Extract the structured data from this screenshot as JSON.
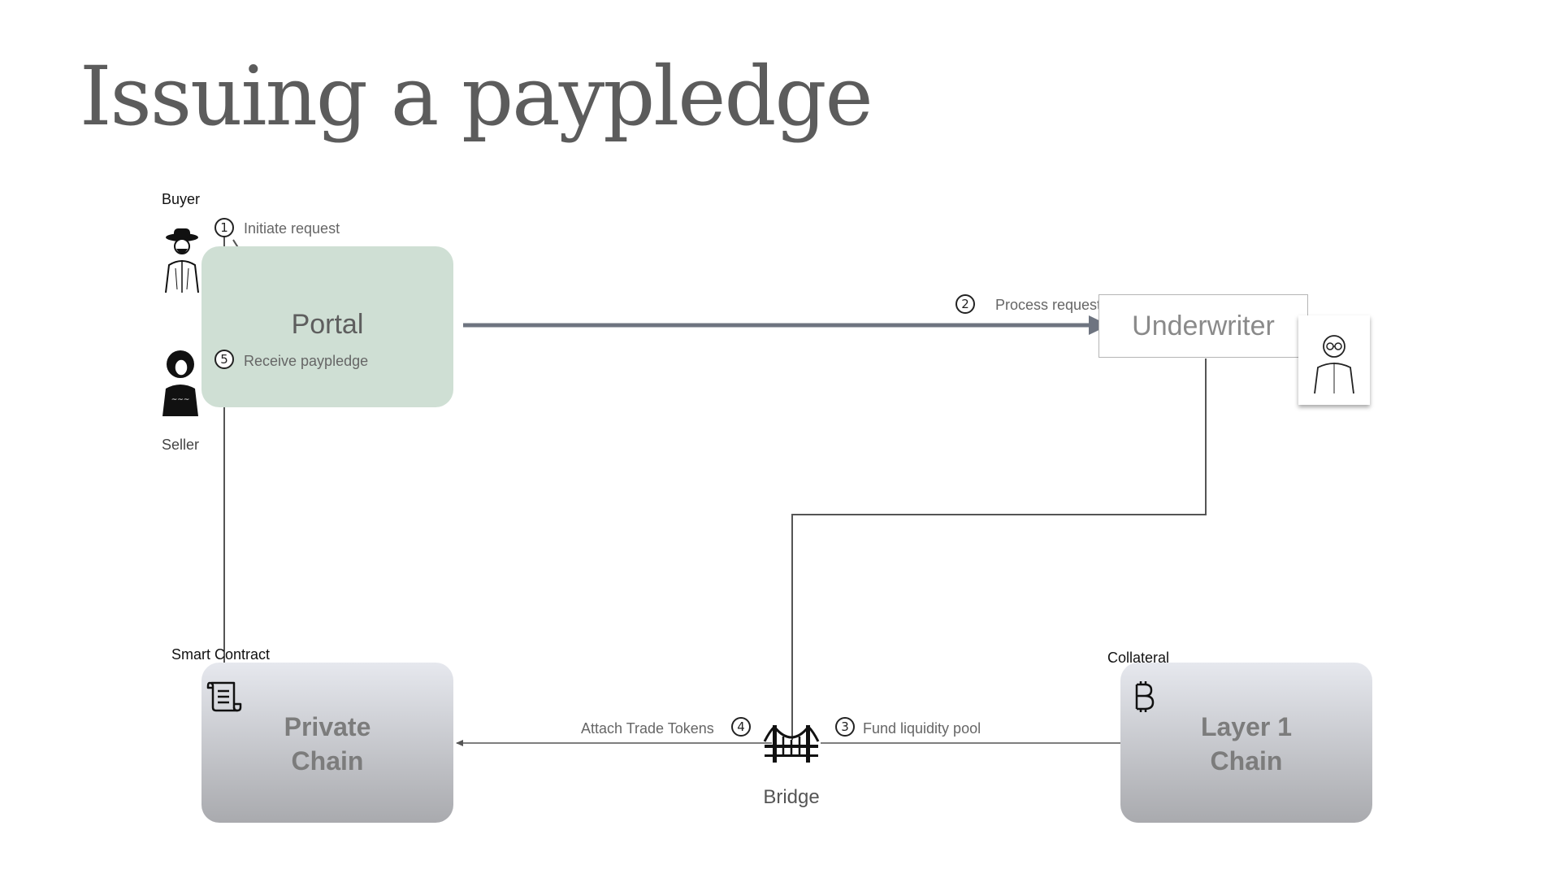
{
  "slide": {
    "title": "Issuing a paypledge"
  },
  "actors": {
    "buyer": "Buyer",
    "seller": "Seller",
    "smart_contract": "Smart Contract",
    "collateral": "Collateral"
  },
  "nodes": {
    "portal": "Portal",
    "underwriter": "Underwriter",
    "private_chain_line1": "Private",
    "private_chain_line2": "Chain",
    "layer1_chain_line1": "Layer 1",
    "layer1_chain_line2": "Chain",
    "bridge": "Bridge"
  },
  "steps": [
    {
      "number": "1",
      "label": "Initiate request"
    },
    {
      "number": "2",
      "label": "Process request"
    },
    {
      "number": "3",
      "label": "Fund liquidity pool"
    },
    {
      "number": "4",
      "label": "Attach Trade Tokens"
    },
    {
      "number": "5",
      "label": "Receive paypledge"
    }
  ],
  "icons": {
    "buyer": "person-hat-icon",
    "seller": "person-curly-hair-icon",
    "underwriter": "person-glasses-icon",
    "smart_contract": "scroll-icon",
    "collateral": "bitcoin-icon",
    "bridge": "bridge-icon"
  },
  "colors": {
    "portal_fill": "#cfdfd4",
    "arrow_main": "#6e7480",
    "line": "#555555"
  }
}
